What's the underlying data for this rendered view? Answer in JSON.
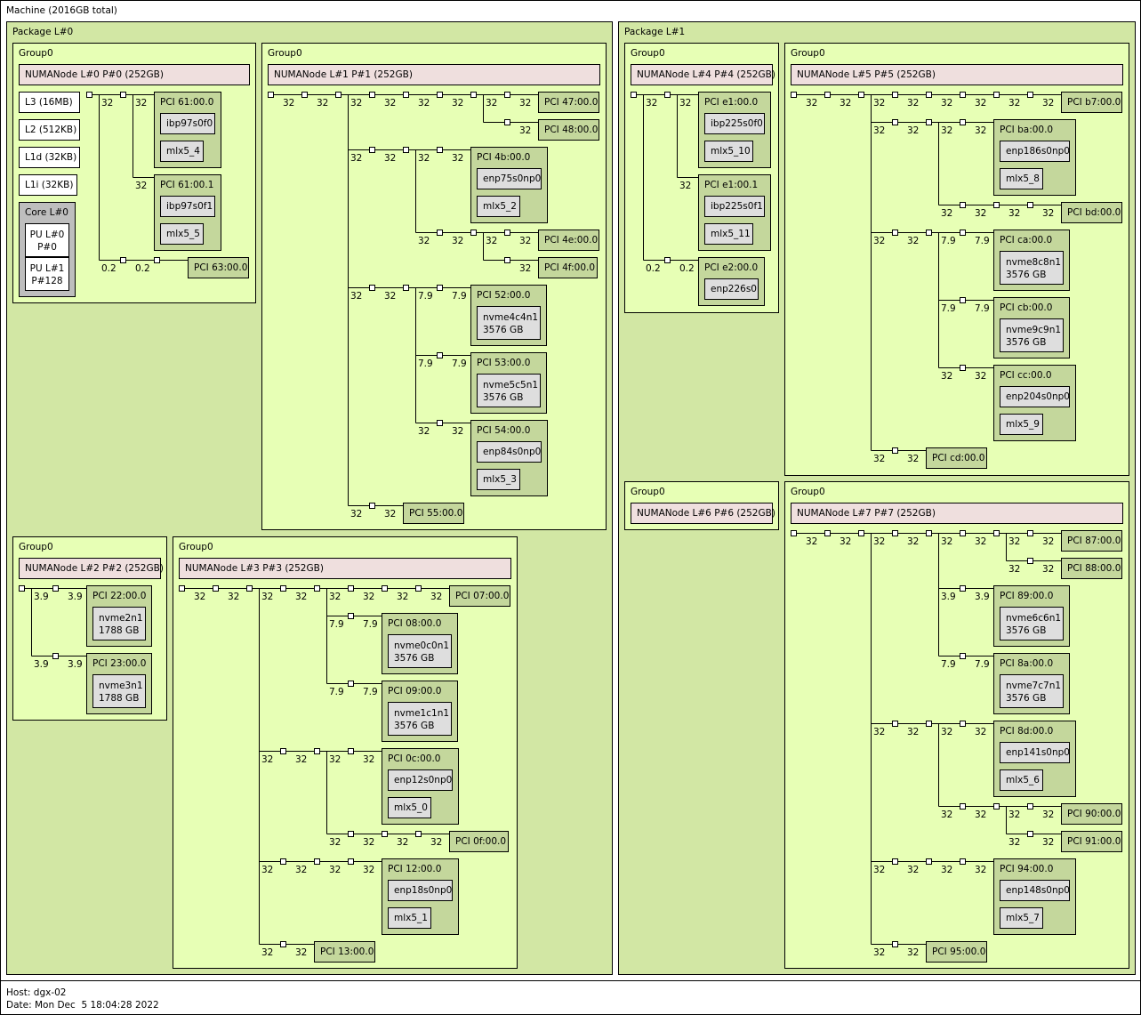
{
  "machine": {
    "label": "Machine (2016GB total)"
  },
  "packages": [
    {
      "label": "Package L#0"
    },
    {
      "label": "Package L#1"
    }
  ],
  "groups": {
    "label": "Group0"
  },
  "numa": [
    "NUMANode L#0 P#0 (252GB)",
    "NUMANode L#1 P#1 (252GB)",
    "NUMANode L#2 P#2 (252GB)",
    "NUMANode L#3 P#3 (252GB)",
    "NUMANode L#4 P#4 (252GB)",
    "NUMANode L#5 P#5 (252GB)",
    "NUMANode L#6 P#6 (252GB)",
    "NUMANode L#7 P#7 (252GB)"
  ],
  "caches": [
    "L3 (16MB)",
    "L2 (512KB)",
    "L1d (32KB)",
    "L1i (32KB)"
  ],
  "core": {
    "label": "Core L#0",
    "pu0_line1": "PU L#0",
    "pu0_line2": "P#0",
    "pu1_line1": "PU L#1",
    "pu1_line2": "P#128"
  },
  "pci": {
    "p61_0": "PCI 61:00.0",
    "p61_1": "PCI 61:00.1",
    "p63": "PCI 63:00.0",
    "p47": "PCI 47:00.0",
    "p48": "PCI 48:00.0",
    "p4b": "PCI 4b:00.0",
    "p4e": "PCI 4e:00.0",
    "p4f": "PCI 4f:00.0",
    "p52": "PCI 52:00.0",
    "p53": "PCI 53:00.0",
    "p54": "PCI 54:00.0",
    "p55": "PCI 55:00.0",
    "p22": "PCI 22:00.0",
    "p23": "PCI 23:00.0",
    "p07": "PCI 07:00.0",
    "p08": "PCI 08:00.0",
    "p09": "PCI 09:00.0",
    "p0c": "PCI 0c:00.0",
    "p0f": "PCI 0f:00.0",
    "p12": "PCI 12:00.0",
    "p13": "PCI 13:00.0",
    "pe1_0": "PCI e1:00.0",
    "pe1_1": "PCI e1:00.1",
    "pe2": "PCI e2:00.0",
    "pb7": "PCI b7:00.0",
    "pba": "PCI ba:00.0",
    "pbd": "PCI bd:00.0",
    "pca": "PCI ca:00.0",
    "pcb": "PCI cb:00.0",
    "pcc": "PCI cc:00.0",
    "pcd": "PCI cd:00.0",
    "p87": "PCI 87:00.0",
    "p88": "PCI 88:00.0",
    "p89": "PCI 89:00.0",
    "p8a": "PCI 8a:00.0",
    "p8d": "PCI 8d:00.0",
    "p90": "PCI 90:00.0",
    "p91": "PCI 91:00.0",
    "p94": "PCI 94:00.0",
    "p95": "PCI 95:00.0"
  },
  "os": {
    "ibp97s0f0": "ibp97s0f0",
    "mlx5_4": "mlx5_4",
    "ibp97s0f1": "ibp97s0f1",
    "mlx5_5": "mlx5_5",
    "enp75s0np0": "enp75s0np0",
    "mlx5_2": "mlx5_2",
    "nvme4c4n1": "nvme4c4n1",
    "nvme5c5n1": "nvme5c5n1",
    "enp84s0np0": "enp84s0np0",
    "mlx5_3": "mlx5_3",
    "nvme2n1": "nvme2n1",
    "nvme3n1": "nvme3n1",
    "nvme0c0n1": "nvme0c0n1",
    "nvme1c1n1": "nvme1c1n1",
    "enp12s0np0": "enp12s0np0",
    "mlx5_0": "mlx5_0",
    "enp18s0np0": "enp18s0np0",
    "mlx5_1": "mlx5_1",
    "ibp225s0f0": "ibp225s0f0",
    "mlx5_10": "mlx5_10",
    "ibp225s0f1": "ibp225s0f1",
    "mlx5_11": "mlx5_11",
    "enp226s0": "enp226s0",
    "enp186s0np0": "enp186s0np0",
    "mlx5_8": "mlx5_8",
    "nvme8c8n1": "nvme8c8n1",
    "nvme9c9n1": "nvme9c9n1",
    "enp204s0np0": "enp204s0np0",
    "mlx5_9": "mlx5_9",
    "nvme6c6n1": "nvme6c6n1",
    "nvme7c7n1": "nvme7c7n1",
    "enp141s0np0": "enp141s0np0",
    "mlx5_6": "mlx5_6",
    "enp148s0np0": "enp148s0np0",
    "mlx5_7": "mlx5_7",
    "size_3576": "3576 GB",
    "size_1788": "1788 GB"
  },
  "bandwidth": {
    "b32": "32",
    "b79": "7.9",
    "b39": "3.9",
    "b02": "0.2"
  },
  "footer": {
    "host": "Host: dgx-02",
    "date": "Date: Mon Dec  5 18:04:28 2022"
  }
}
